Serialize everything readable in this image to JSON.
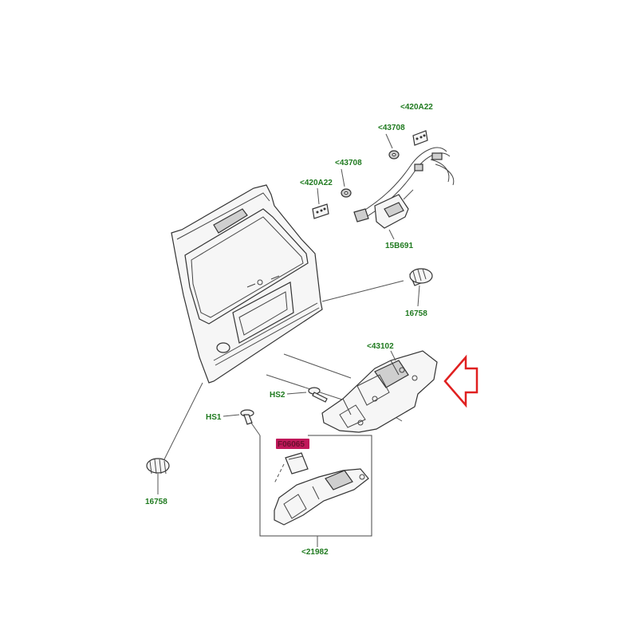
{
  "colors": {
    "label": "#1f7a1f",
    "highlight_arrow": "#e02020",
    "redacted_tag": "#c0185a",
    "line": "#333333"
  },
  "labels": {
    "clip_top_right": "<420A22",
    "clip_top_left": "<420A22",
    "grommet_upper": "<43708",
    "grommet_lower": "<43708",
    "harness": "15B691",
    "strut_right": "16758",
    "latch_assembly": "<43102",
    "bolt_hs2": "HS2",
    "bolt_hs1": "HS1",
    "strut_left": "16758",
    "switch_tag": "F06065",
    "handle_assembly": "<21982"
  }
}
